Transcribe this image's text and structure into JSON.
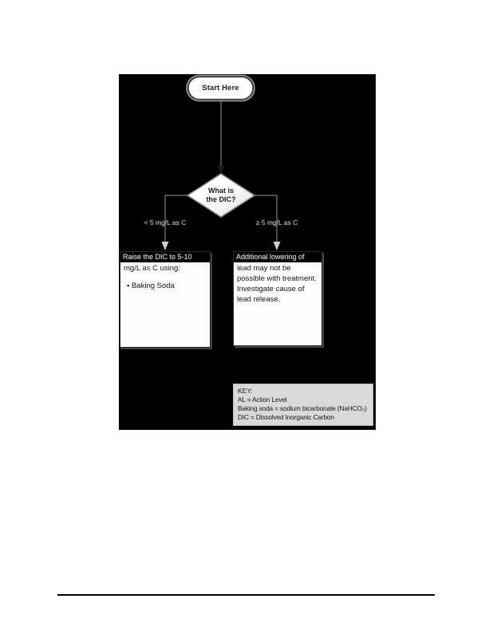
{
  "diagram": {
    "start": {
      "label": "Start Here"
    },
    "decision": {
      "line1": "What is",
      "line2": "the DIC?"
    },
    "branches": {
      "left_label": "< 5 mg/L as C",
      "right_label": "≥ 5 mg/L as C"
    },
    "left_box": {
      "highlight_line": "Raise the DIC to 5-10",
      "body": "mg/L as C using:",
      "bullets": [
        "Baking Soda"
      ]
    },
    "right_box": {
      "highlight_line": "Additional lowering of",
      "body": "lead may not be possible with treatment. Investigate cause of lead release."
    },
    "key_box": {
      "title": "KEY:",
      "entries": [
        "AL = Action Level",
        "Baking soda = sodium bicarbonate (NaHCO₃)",
        "DIC = Dissolved Inorganic Carbon"
      ]
    }
  },
  "colors": {
    "canvas_background": "#000000",
    "page_background": "#ffffff",
    "shape_fill": "#ffffff",
    "shape_border": "#8c8c8c",
    "connector": "#7f7f7f",
    "highlight_band": "#000000",
    "key_background": "#d9d9d9"
  }
}
